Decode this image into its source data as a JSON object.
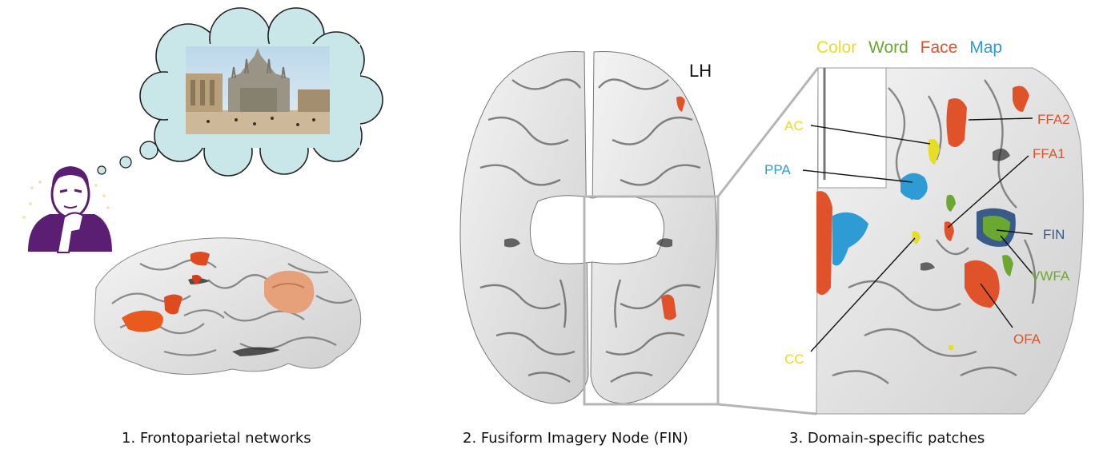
{
  "figure": {
    "captions": {
      "panel1": "1. Frontoparietal networks",
      "panel2": "2. Fusiform Imagery Node (FIN)",
      "panel3": "3. Domain-specific patches"
    },
    "hemisphere_label": "LH",
    "legend": [
      {
        "label": "Color",
        "color": "#e6dd2a"
      },
      {
        "label": "Word",
        "color": "#6aa832"
      },
      {
        "label": "Face",
        "color": "#e0522a"
      },
      {
        "label": "Map",
        "color": "#2f9bd4"
      }
    ],
    "region_labels": {
      "ac": "AC",
      "ppa": "PPA",
      "cc": "CC",
      "ffa2": "FFA2",
      "ffa1": "FFA1",
      "fin": "FIN",
      "vwfa": "VWFA",
      "ofa": "OFA"
    },
    "colors": {
      "color_yellow": "#e6dd2a",
      "word_green": "#6aa832",
      "face_orange": "#e0522a",
      "map_blue": "#2f9bd4",
      "fin_navy": "#3a5a8a",
      "thinker_purple": "#5a1f73",
      "thought_bubble": "#c9e6e8"
    }
  }
}
